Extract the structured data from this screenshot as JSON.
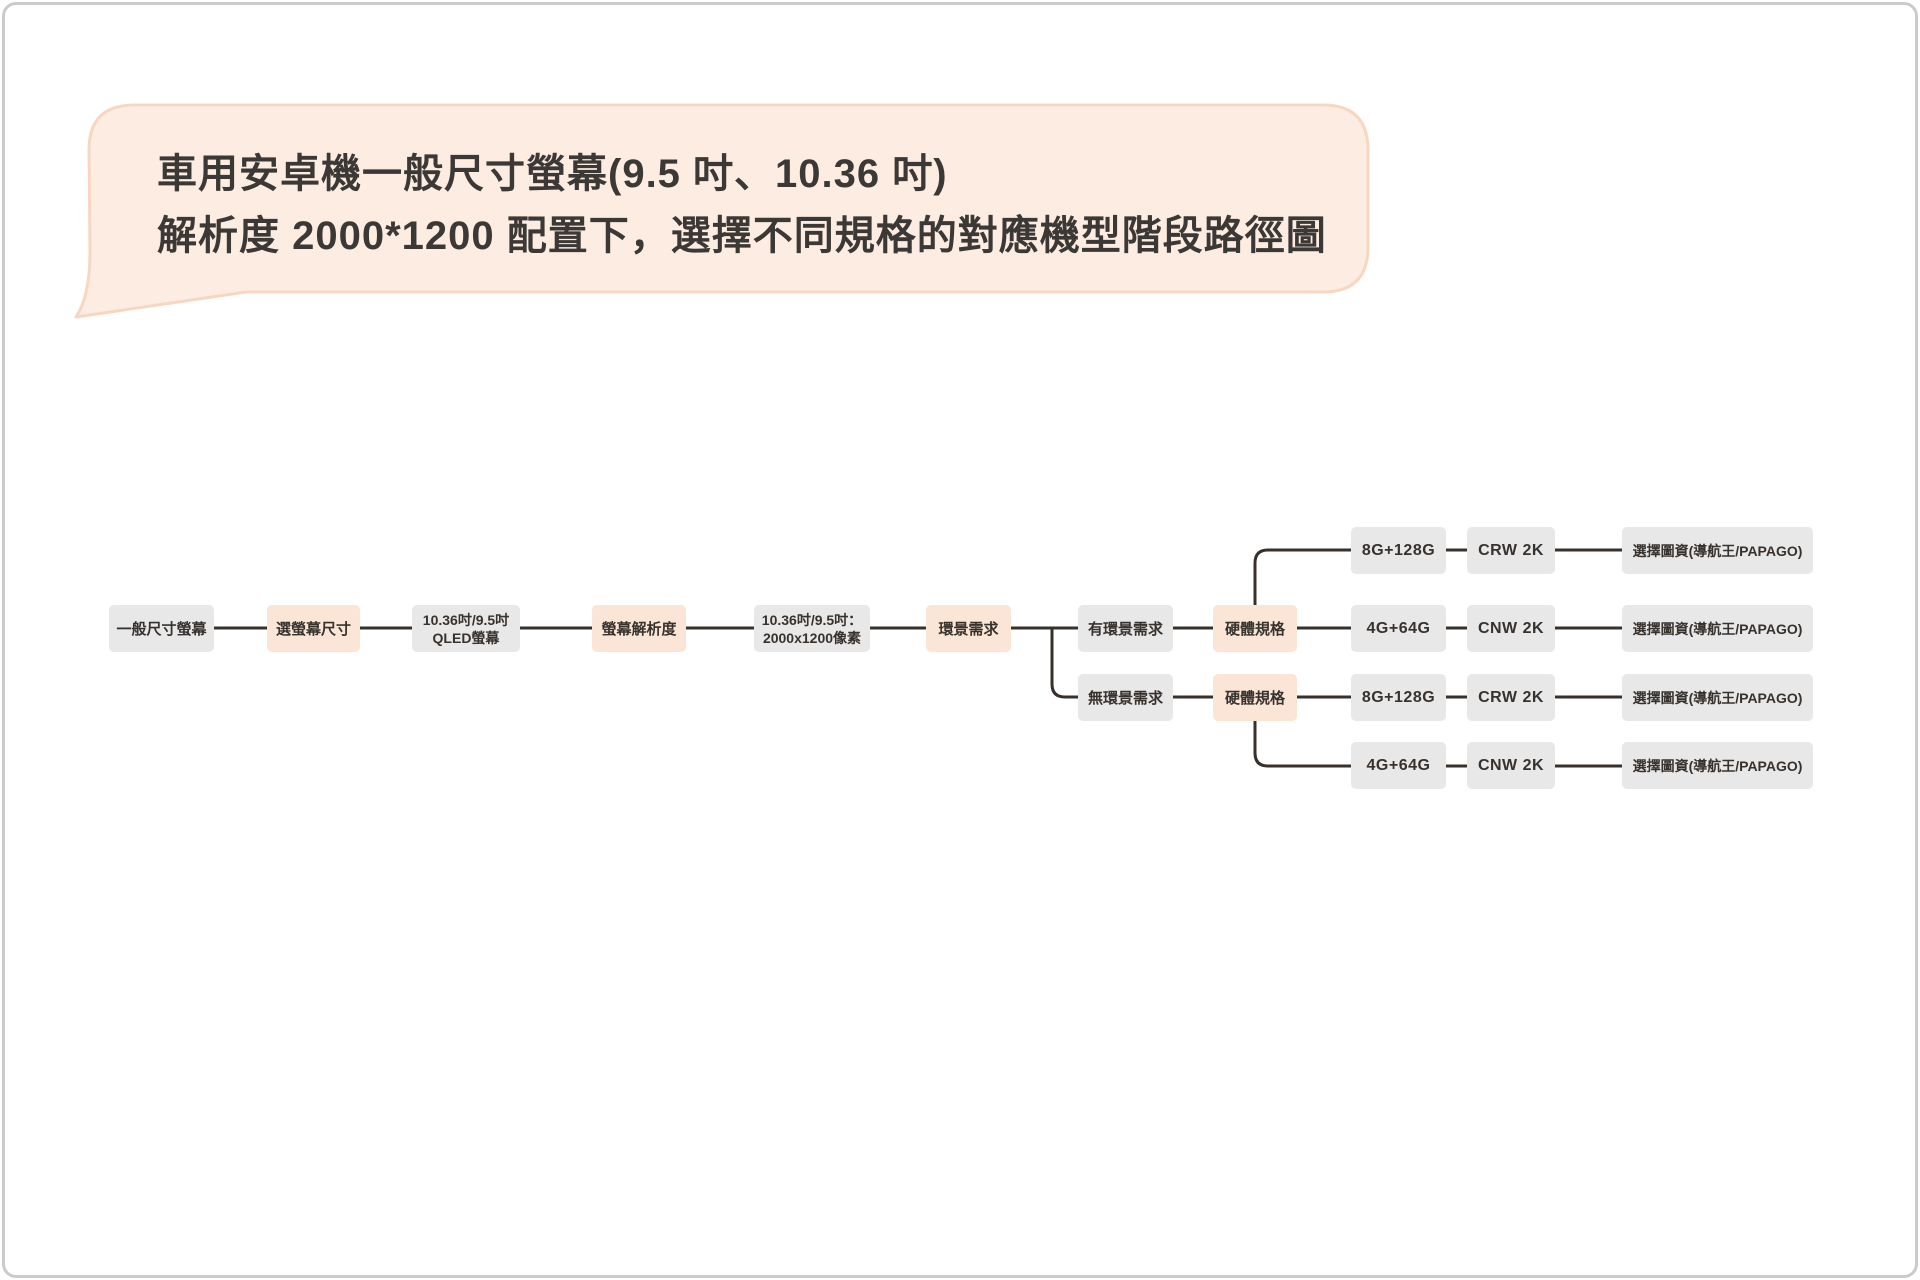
{
  "bubble": {
    "title_line1": "車用安卓機一般尺寸螢幕(9.5 吋、10.36 吋)",
    "title_line2": "解析度 2000*1200 配置下，選擇不同規格的對應機型階段路徑圖",
    "fill": "#fdece2",
    "border": "#f8d7c2"
  },
  "flow": {
    "colors": {
      "gray_node": "#e9e8e8",
      "peach_node": "#fbe5d6",
      "connector": "#37302b",
      "text": "#37322e"
    },
    "nodes": {
      "start": {
        "label": "一般尺寸螢幕"
      },
      "choose_size": {
        "label": "選螢幕尺寸"
      },
      "qled": {
        "line1": "10.36吋/9.5吋",
        "line2": "QLED螢幕"
      },
      "resolution": {
        "label": "螢幕解析度"
      },
      "pixels": {
        "line1": "10.36吋/9.5吋：",
        "line2": "2000x1200像素"
      },
      "surround": {
        "label": "環景需求"
      },
      "branch_yes": {
        "label": "有環景需求"
      },
      "branch_no": {
        "label": "無環景需求"
      },
      "hw_yes": {
        "label": "硬體規格"
      },
      "hw_no": {
        "label": "硬體規格"
      }
    },
    "rows": [
      {
        "memory": "8G+128G",
        "model": "CRW 2K",
        "map": "選擇圖資(導航王/PAPAGO)"
      },
      {
        "memory": "4G+64G",
        "model": "CNW 2K",
        "map": "選擇圖資(導航王/PAPAGO)"
      },
      {
        "memory": "8G+128G",
        "model": "CRW 2K",
        "map": "選擇圖資(導航王/PAPAGO)"
      },
      {
        "memory": "4G+64G",
        "model": "CNW 2K",
        "map": "選擇圖資(導航王/PAPAGO)"
      }
    ]
  }
}
